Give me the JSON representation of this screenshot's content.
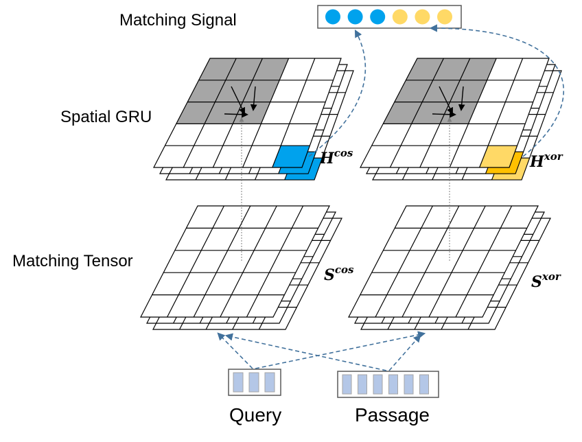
{
  "labels": {
    "matching_signal": "Matching Signal",
    "spatial_gru": "Spatial GRU",
    "matching_tensor": "Matching Tensor",
    "query": "Query",
    "passage": "Passage"
  },
  "math": {
    "h_cos_base": "H",
    "h_cos_sup": "cos",
    "h_xor_base": "H",
    "h_xor_sup": "xor",
    "s_cos_base": "S",
    "s_cos_sup": "cos",
    "s_xor_base": "S",
    "s_xor_sup": "xor"
  },
  "colors": {
    "blue": "#00a2ed",
    "yellow": "#ffd966",
    "yellow_dark": "#ffc000",
    "gray_cell": "#a6a6a6",
    "arrow": "#41719c",
    "token": "#b4c7e7"
  },
  "matching_signal": {
    "dots": [
      "blue",
      "blue",
      "blue",
      "yellow",
      "yellow",
      "yellow"
    ]
  },
  "query": {
    "tokens": 3
  },
  "passage": {
    "tokens": 6
  }
}
